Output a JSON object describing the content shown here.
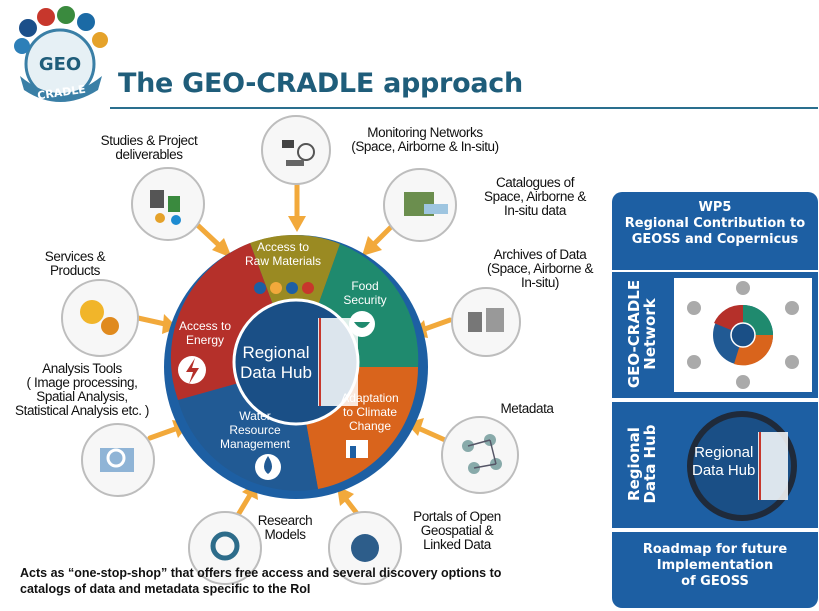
{
  "title": "The GEO-CRADLE approach",
  "logo_text": "CRADLE",
  "logo_mark": "GEO",
  "hub": {
    "line1": "Regional",
    "line2": "Data Hub"
  },
  "segments": [
    {
      "key": "raw",
      "line1": "Access to",
      "line2": "Raw Materials",
      "color": "#9a8a22"
    },
    {
      "key": "food",
      "line1": "Food",
      "line2": "Security",
      "color": "#1f8a6e"
    },
    {
      "key": "climate",
      "line1": "Adaptation",
      "line2": "to Climate",
      "line3": "Change",
      "color": "#d9641c"
    },
    {
      "key": "water",
      "line1": "Water",
      "line2": "Resource",
      "line3": "Management",
      "color": "#215a94"
    },
    {
      "key": "energy",
      "line1": "Access to",
      "line2": "Energy",
      "color": "#b5302a"
    }
  ],
  "satellites": [
    {
      "key": "studies",
      "lines": [
        "Studies & Project",
        "deliverables"
      ]
    },
    {
      "key": "monitoring",
      "lines": [
        "Monitoring Networks",
        "(Space, Airborne & In-situ)"
      ]
    },
    {
      "key": "catalogues",
      "lines": [
        "Catalogues of",
        "Space, Airborne &",
        "In-situ data"
      ]
    },
    {
      "key": "archives",
      "lines": [
        "Archives of Data",
        "(Space, Airborne &",
        "In-situ)"
      ]
    },
    {
      "key": "metadata",
      "lines": [
        "Metadata"
      ]
    },
    {
      "key": "portals",
      "lines": [
        "Portals of Open",
        "Geospatial &",
        "Linked Data"
      ]
    },
    {
      "key": "research",
      "lines": [
        "Research",
        "Models"
      ]
    },
    {
      "key": "analysis",
      "lines": [
        "Analysis Tools",
        "( Image processing,",
        "Spatial Analysis,",
        "Statistical Analysis etc. )"
      ]
    },
    {
      "key": "services",
      "lines": [
        "Services &",
        "Products"
      ]
    }
  ],
  "wp5": {
    "header": [
      "WP5",
      "Regional Contribution to",
      "GEOSS and Copernicus"
    ],
    "network_label": [
      "GEO-CRADLE",
      "Network"
    ],
    "hub_label": [
      "Regional",
      "Data Hub"
    ],
    "hub_text": [
      "Regional",
      "Data Hub"
    ],
    "roadmap": [
      "Roadmap for future",
      "Implementation",
      "of GEOSS"
    ]
  },
  "footer": [
    "Acts as “one-stop-shop” that offers free access and several discovery options to",
    "catalogs of data and metadata specific to the RoI"
  ],
  "colors": {
    "title": "#1f5d7a",
    "panel": "#1d5fa3",
    "arrow": "#f2a93b",
    "ring": "#1d5fa3"
  },
  "icons": [
    "geo-cradle-logo-icon",
    "documents-icon",
    "satellite-antenna-icon",
    "map-catalogue-icon",
    "server-archive-icon",
    "metadata-graph-icon",
    "globe-portal-icon",
    "gears-model-icon",
    "analysis-magnifier-icon",
    "services-gears-icon"
  ]
}
